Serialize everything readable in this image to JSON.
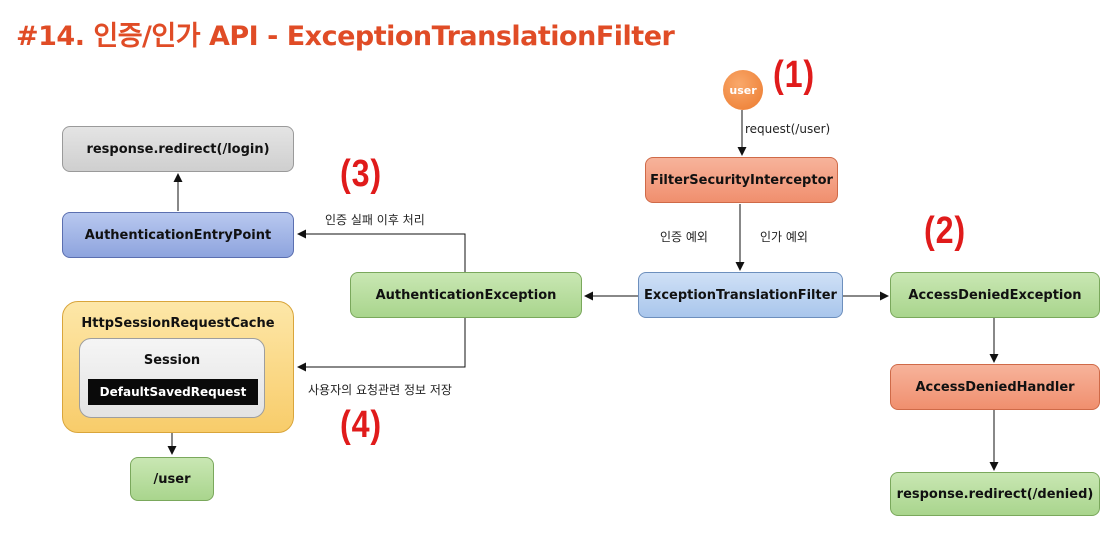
{
  "title": "#14. 인증/인가 API - ExceptionTranslationFilter",
  "user_node": "user",
  "step_markers": {
    "one": "(1)",
    "two": "(2)",
    "three": "(3)",
    "four": "(4)"
  },
  "boxes": {
    "redirect_login": "response.redirect(/login)",
    "auth_entry_point": "AuthenticationEntryPoint",
    "filter_security_interceptor": "FilterSecurityInterceptor",
    "exception_translation_filter": "ExceptionTranslationFilter",
    "authentication_exception": "AuthenticationException",
    "access_denied_exception": "AccessDeniedException",
    "access_denied_handler": "AccessDeniedHandler",
    "redirect_denied": "response.redirect(/denied)",
    "user_endpoint": "/user"
  },
  "cache": {
    "title": "HttpSessionRequestCache",
    "session_title": "Session",
    "saved_request": "DefaultSavedRequest"
  },
  "edge_labels": {
    "request": "request(/user)",
    "authn_exception": "인증 예외",
    "authz_exception": "인가 예외",
    "after_auth_failure": "인증 실패 이후 처리",
    "save_request_info": "사용자의 요청관련 정보 저장"
  },
  "colors": {
    "title": "#e04c26",
    "step_marker": "#e01b1b",
    "gray_box": "#d9d9d9",
    "blue_box": "#9fb3e6",
    "green_box": "#b6dd9c",
    "orange_box": "#f3a183",
    "light_blue_box": "#bcd3f1",
    "cache_box": "#fbd880",
    "user_circle": "#ef8538"
  }
}
